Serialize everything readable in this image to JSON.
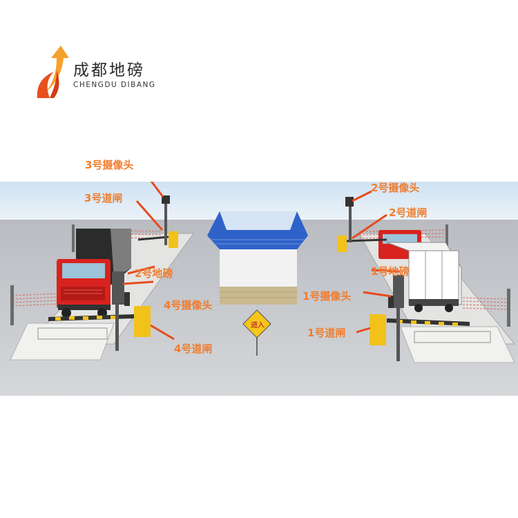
{
  "brand": {
    "name_cn": "成都地磅",
    "name_en": "CHENGDU DIBANG",
    "color_accent": "#e8501f",
    "color_accent2": "#f6a02c"
  },
  "labels": {
    "camera3": "3号摄像头",
    "gate3": "3号道闸",
    "scale2": "2号地磅",
    "camera4": "4号摄像头",
    "gate4": "4号道闸",
    "camera2": "2号摄像头",
    "gate2": "2号道闸",
    "scale1": "1号地磅",
    "camera1": "1号摄像头",
    "gate1": "1号道闸"
  },
  "sign": {
    "text": "进入"
  },
  "colors": {
    "label": "#f07d2e",
    "sky": "#dbe9f5",
    "ground": "#c6c8cc",
    "gate_post": "#f2c21b",
    "truck_red": "#d8231e",
    "roof_blue": "#2f62c9"
  }
}
